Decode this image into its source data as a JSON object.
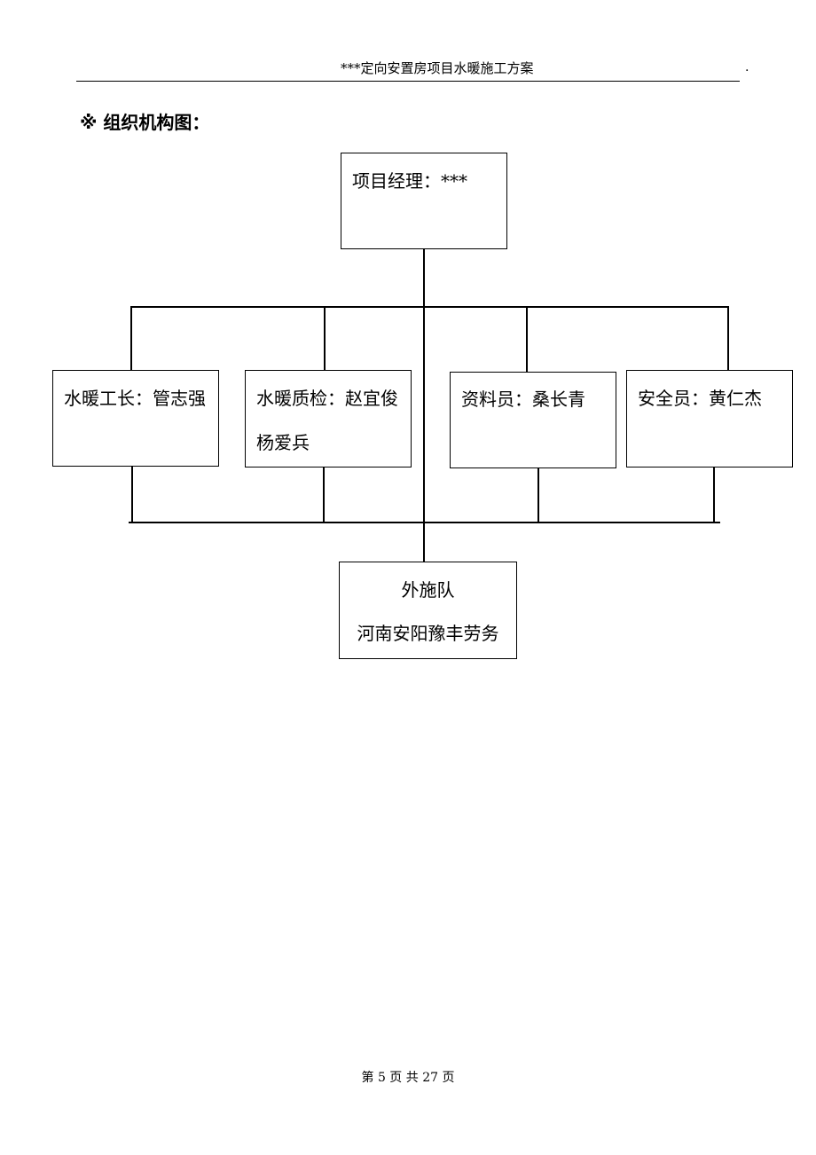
{
  "header": {
    "title": "***定向安置房项目水暖施工方案",
    "trailing_mark": "."
  },
  "section": {
    "heading": "※  组织机构图："
  },
  "org_chart": {
    "manager": {
      "line1": "项目经理：***"
    },
    "staff": [
      {
        "line1": "水暖工长：管志强"
      },
      {
        "line1": "水暖质检：赵宜俊",
        "line2": "杨爱兵"
      },
      {
        "line1": "资料员：桑长青"
      },
      {
        "line1": "安全员：黄仁杰"
      }
    ],
    "subcontractor": {
      "line1": "外施队",
      "line2": "河南安阳豫丰劳务"
    }
  },
  "footer": {
    "page_label": "第 5 页 共 27 页"
  }
}
